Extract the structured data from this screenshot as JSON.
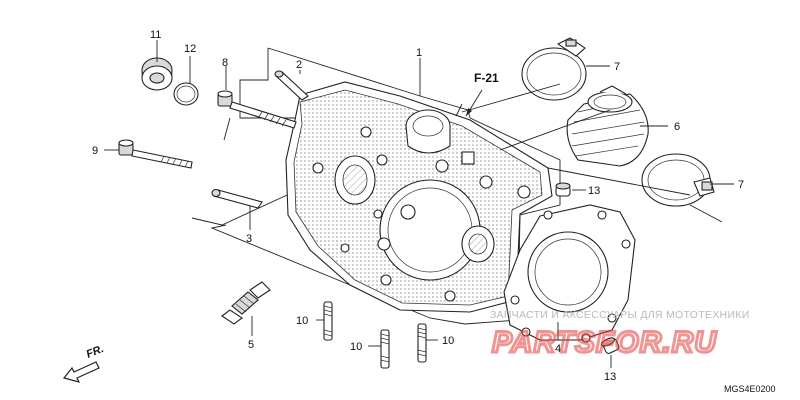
{
  "callouts": {
    "p1": "1",
    "p2": "2",
    "p3": "3",
    "p4": "4",
    "p5": "5",
    "p6": "6",
    "p7a": "7",
    "p7b": "7",
    "p8": "8",
    "p9": "9",
    "p10a": "10",
    "p10b": "10",
    "p10c": "10",
    "p11": "11",
    "p12": "12",
    "p13a": "13",
    "p13b": "13"
  },
  "reference": "F-21",
  "direction": "FR.",
  "diagram_code": "MGS4E0200",
  "watermark": {
    "caption": "ЗАПЧАСТИ И АКСЕССУАРЫ ДЛЯ МОТОТЕХНИКИ",
    "brand": "PARTSFOR.RU"
  }
}
